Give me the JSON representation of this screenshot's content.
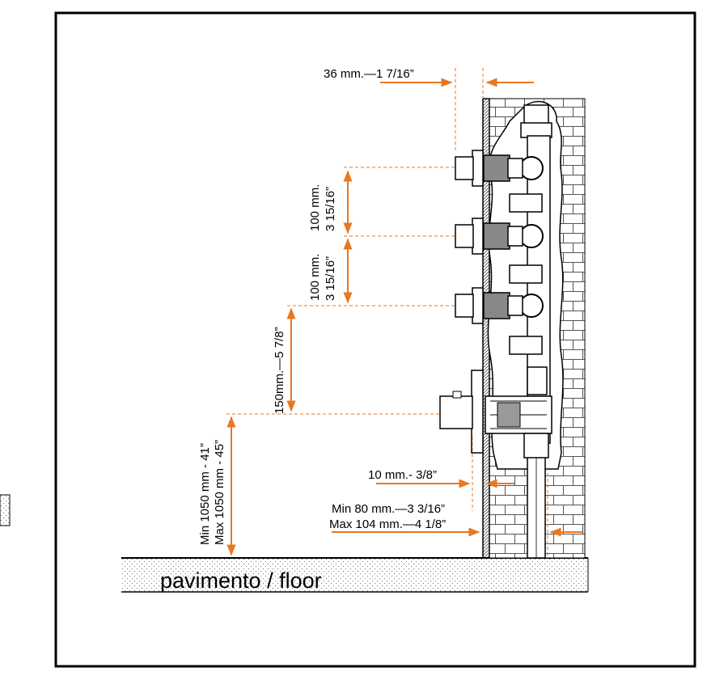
{
  "labels": {
    "dim_top": "36 mm.—1 7/16”",
    "dim_spacing_1_mm": "100 mm.",
    "dim_spacing_1_in": "3 15/16”",
    "dim_spacing_2_mm": "100 mm.",
    "dim_spacing_2_in": "3 15/16”",
    "dim_spacing_3": "150mm.—5 7/8”",
    "dim_height_min": "Min 1050 mm  - 41”",
    "dim_height_max": "Max 1050 mm - 45”",
    "dim_plate": "10 mm.- 3/8”",
    "dim_depth_min": "Min    80 mm.—3 3/16”",
    "dim_depth_max": "Max 104 mm.—4 1/8”",
    "floor": "pavimento / floor"
  },
  "colors": {
    "dimension": "#e87722",
    "line": "#000000",
    "brick": "#555555",
    "floor_dots": "#777777"
  },
  "icons": {
    "valve_outlet": "valve-outlet-icon",
    "thermostatic_mixer": "thermostatic-mixer-icon",
    "brick_wall": "brick-wall-icon"
  }
}
